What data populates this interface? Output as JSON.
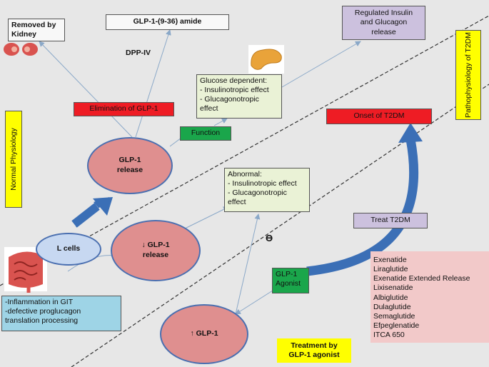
{
  "removed_by_kidney": "Removed by\nKidney",
  "glp1_amide": "GLP-1-(9-36) amide",
  "dpp_iv": "DPP-IV",
  "regulated_release": "Regulated Insulin\nand Glucagon\nrelease",
  "pathophysiology": "Pathophysiology of\nT2DM",
  "normal_physiology": "Normal Physiology",
  "elimination": "Elimination of GLP-1",
  "glucose_dependent": "Glucose dependent:\n- Insulinotropic effect\n- Glucagonotropic\neffect",
  "function": "Function",
  "onset_t2dm": "Onset of T2DM",
  "glp1_release": "GLP-1\nrelease",
  "abnormal": "Abnormal:\n- Insulinotropic effect\n- Glucagonotropic\neffect",
  "l_cells": "L cells",
  "decreased_release": "↓ GLP-1\nrelease",
  "theta": "ϴ",
  "treat_t2dm": "Treat T2DM",
  "glp1_agonist": "GLP-1\nAgonist",
  "agonist_list": [
    "Exenatide",
    "Liraglutide",
    "Exenatide Extended Release",
    "Lixisenatide",
    "Albiglutide",
    "Dulaglutide",
    "Semaglutide",
    "Efpeglenatide",
    "ITCA 650"
  ],
  "inflammation": "-Inflammation in GIT\n-defective proglucagon\ntranslation processing",
  "increased_glp1": "↑ GLP-1",
  "treatment_by": "Treatment by\nGLP-1 agonist",
  "colors": {
    "background": "#e7e7e7",
    "arrow_blue": "#3b6fb6",
    "line": "#8aa8c8",
    "ellipse_pink": "#df8f8f",
    "red_box": "#ee1c24",
    "green_box": "#1aa64b",
    "yellow_box": "#ffff00"
  },
  "icons": [
    "kidney-icon",
    "pancreas-icon",
    "intestine-icon"
  ]
}
